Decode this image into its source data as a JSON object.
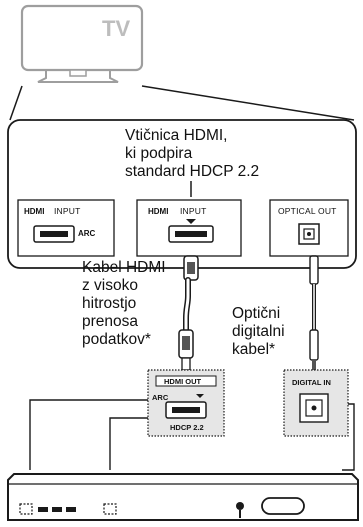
{
  "tv": {
    "label": "TV"
  },
  "callouts": {
    "hdmi_socket": [
      "Vtičnica HDMI,",
      "ki podpira",
      "standard HDCP 2.2"
    ],
    "hdmi_cable": [
      "Kabel HDMI",
      "z visoko",
      "hitrostjo",
      "prenosa",
      "podatkov*"
    ],
    "optical_cable": [
      "Optični",
      "digitalni",
      "kabel*"
    ]
  },
  "tv_ports": {
    "hdmi_logo": "HDMI",
    "hdmi_arc_input": "INPUT",
    "arc": "ARC",
    "hdmi_input": "INPUT",
    "optical_out": "OPTICAL OUT"
  },
  "soundbar_ports": {
    "hdmi_out": "HDMI OUT",
    "arc": "ARC",
    "hdcp": "HDCP 2.2",
    "digital_in": "DIGITAL IN"
  },
  "colors": {
    "line": "#1a1a1a",
    "tv_outline": "#9e9e9e",
    "panel_fill": "#f2f2f2",
    "dotted_fill": "#e3e3e3",
    "cable": "#555555"
  }
}
